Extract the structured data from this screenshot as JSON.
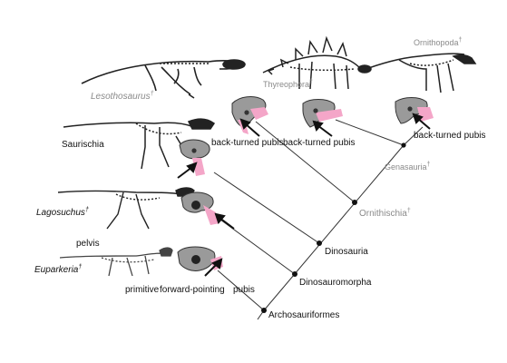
{
  "taxa": {
    "lesothosaurus": "Lesothosaurus",
    "thyreophora": "Thyreophora",
    "ornithopoda": "Ornithopoda",
    "saurischia": "Saurischia",
    "lagosuchus": "Lagosuchus",
    "euparkeria": "Euparkeria"
  },
  "nodes": {
    "genasauria": "Genasauria",
    "ornithischia": "Ornithischia",
    "dinosauria": "Dinosauria",
    "dinosauromorpha": "Dinosauromorpha",
    "archosauriformes": "Archosauriformes"
  },
  "pelvis_labels": {
    "back_turned_1": "back-turned pubis",
    "back_turned_2": "back-turned pubis",
    "back_turned_3": "back-turned pubis",
    "pelvis": "pelvis",
    "primitive": "primitive",
    "forward_pointing": "forward-pointing",
    "pubis": "pubis"
  },
  "dagger": "†",
  "colors": {
    "pubis_highlight": "#f4a6c8",
    "bone_grey": "#9a9a9a",
    "node_dot": "#111111",
    "line": "#333333"
  }
}
